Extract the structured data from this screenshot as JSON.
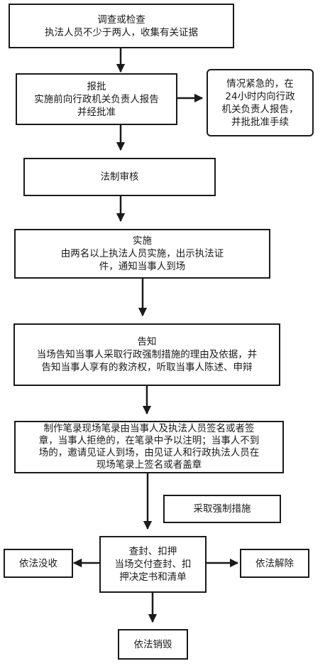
{
  "nodes": {
    "investigate": {
      "title": "调查或检查",
      "lines": [
        "执法人员不少于两人，收集有关证据"
      ]
    },
    "approve": {
      "title": "报批",
      "lines": [
        "实施前向行政机关负责人报告",
        "并经批准"
      ]
    },
    "urgent": {
      "lines": [
        "情况紧急的，在",
        "24小时内向行政",
        "机关负责人报告，",
        "并批批准手续"
      ]
    },
    "legal_review": {
      "title": "法制审核"
    },
    "implement": {
      "title": "实施",
      "lines": [
        "由两名以上执法人员实施，出示执法证",
        "件，通知当事人到场"
      ]
    },
    "inform": {
      "title": "告知",
      "lines": [
        "当场告知当事人采取行政强制措施的理由及依据，并",
        "告知当事人享有的救济权，听取当事人陈述、申辩"
      ]
    },
    "record": {
      "lines": [
        "制作笔录现场笔录由当事人及执法人员签名或者签",
        "章，当事人拒绝的，在笔录中予以注明；当事人不到",
        "场的，邀请见证人到场，由见证人和行政执法人员在",
        "现场笔录上签名或者盖章"
      ]
    },
    "measures": {
      "title": "采取强制措施"
    },
    "seal": {
      "title": "查封、扣押",
      "lines": [
        "当场交付查封、扣",
        "押决定书和清单"
      ]
    },
    "confiscate": {
      "title": "依法没收"
    },
    "release": {
      "title": "依法解除"
    },
    "destroy": {
      "title": "依法销毁"
    }
  }
}
